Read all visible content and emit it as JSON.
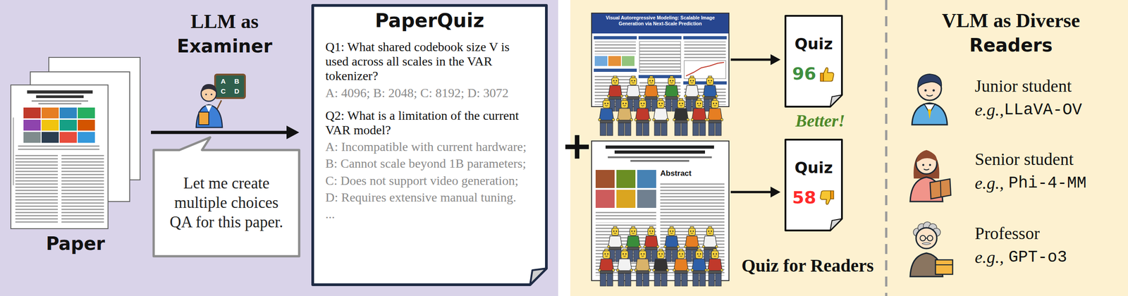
{
  "diagram": {
    "nodes": [
      {
        "text": [
          "Paper"
        ]
      },
      {
        "text": [
          "Let me create multiple choices QA for this paper."
        ]
      },
      {
        "text": [
          "PaperQuiz",
          "Q1: What shared codebook size V is used across all scales in the VAR tokenizer?",
          "A: 4096; B: 2048; C: 8192; D: 3072",
          "Q2: What is a limitation of the current VAR model?",
          "A: Incompatible with current hardware;",
          "B: Cannot scale beyond 1B parameters;",
          "C: Does not support video generation;",
          "D: Requires extensive manual tuning.",
          "..."
        ]
      },
      {
        "text": [
          "Visual Autoregressive Modeling: Scalable Image Generation via Next-Scale Prediction"
        ]
      },
      {
        "text": [
          "Quiz",
          "96"
        ]
      },
      {
        "text": [
          "Abstract"
        ]
      },
      {
        "text": [
          "Quiz",
          "58"
        ]
      }
    ],
    "edges": [
      {
        "from": 0,
        "to": 2,
        "arrow": "to"
      },
      {
        "from": 3,
        "to": 4,
        "arrow": "to"
      },
      {
        "from": 5,
        "to": 6,
        "arrow": "to"
      }
    ],
    "labels": [
      "LLM as",
      "Examiner",
      "A",
      "B",
      "C",
      "D",
      "Better!",
      "Quiz for Readers",
      "VLM as Diverse",
      "Readers",
      "Junior student",
      "e.g.,",
      "LLaVA-OV",
      "Senior student",
      "e.g.,",
      "Phi-4-MM",
      "Professor",
      "e.g.,",
      "GPT-o3"
    ]
  }
}
